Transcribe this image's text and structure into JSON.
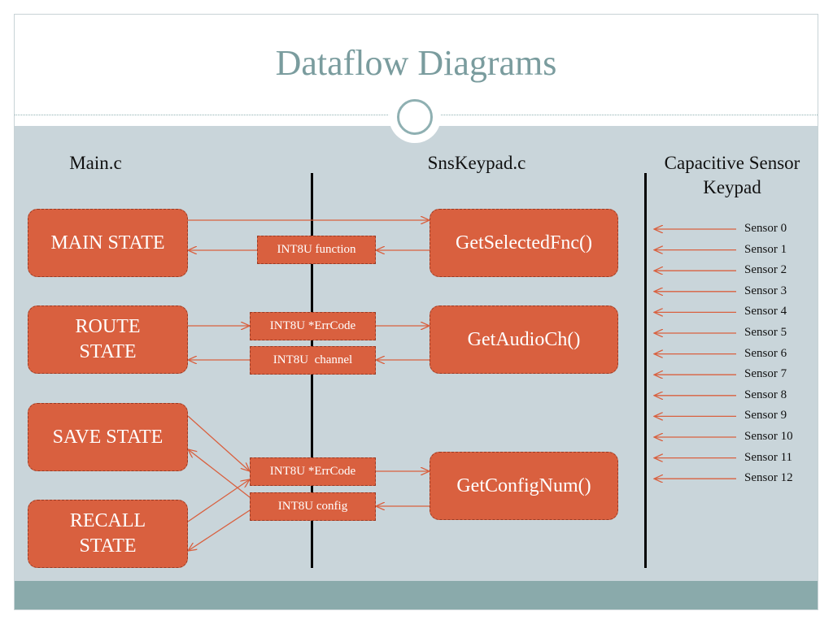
{
  "title": "Dataflow Diagrams",
  "columns": {
    "main": "Main.c",
    "snskeypad": "SnsKeypad.c",
    "capacitive_line1": "Capacitive Sensor",
    "capacitive_line2": "Keypad"
  },
  "states": {
    "main": "MAIN STATE",
    "route_line1": "ROUTE",
    "route_line2": "STATE",
    "save": "SAVE STATE",
    "recall_line1": "RECALL",
    "recall_line2": "STATE"
  },
  "functions": {
    "selected": "GetSelectedFnc()",
    "audio": "GetAudioCh()",
    "config": "GetConfigNum()"
  },
  "labels": {
    "function_ret": "INT8U function",
    "errcode_route": "INT8U *ErrCode",
    "channel": "INT8U  channel",
    "errcode_config": "INT8U *ErrCode",
    "config": "INT8U config"
  },
  "sensors": [
    "Sensor 0",
    "Sensor 1",
    "Sensor 2",
    "Sensor 3",
    "Sensor 4",
    "Sensor 5",
    "Sensor 6",
    "Sensor 7",
    "Sensor 8",
    "Sensor 9",
    "Sensor 10",
    "Sensor 11",
    "Sensor 12"
  ],
  "colors": {
    "box_fill": "#d9603f",
    "arrow": "#d9603f",
    "content_bg": "#c9d5da",
    "title": "#7a9c9e"
  }
}
